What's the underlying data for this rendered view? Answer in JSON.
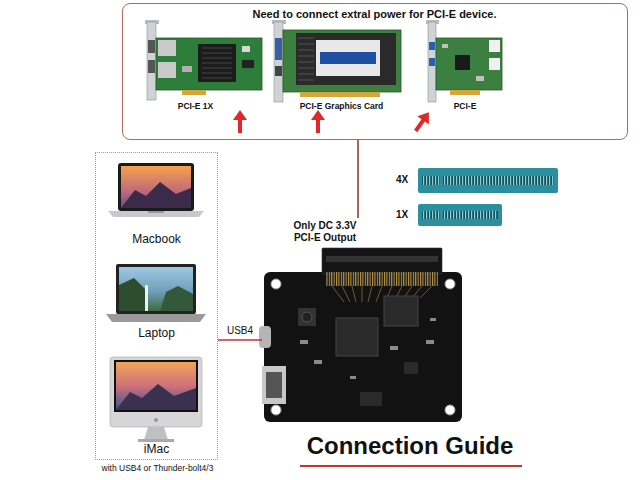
{
  "diagram": {
    "title": "Connection Guide",
    "nodes": [
      {
        "text": [
          "Need to connect extral power for PCI-E device."
        ]
      },
      {
        "text": [
          "PCI-E 1X"
        ],
        "in": 0
      },
      {
        "text": [
          "PCI-E Graphics Card"
        ],
        "in": 0
      },
      {
        "text": [
          "PCI-E"
        ],
        "in": 0
      },
      {
        "text": [
          "with USB4 or Thunder-bolt4/3"
        ]
      },
      {
        "text": [
          "Macbook"
        ],
        "in": 4
      },
      {
        "text": [
          "Laptop"
        ],
        "in": 4
      },
      {
        "text": [
          "iMac"
        ],
        "in": 4
      },
      {
        "text": [
          "Only DC 3.3V PCI-E Output"
        ]
      }
    ],
    "edges": [
      {
        "from": 0,
        "to": 8,
        "arrow": "none"
      },
      {
        "from": 4,
        "to": 8,
        "label": "USB4",
        "arrow": "none"
      }
    ],
    "labels": [
      "4X",
      "1X"
    ]
  }
}
